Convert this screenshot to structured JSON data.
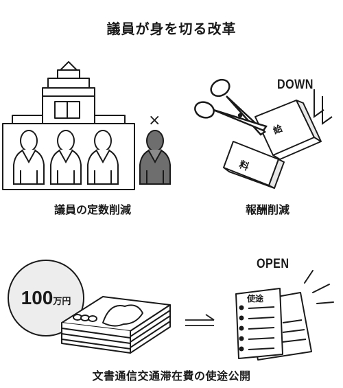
{
  "title": "議員が身を切る改革",
  "panels": {
    "reduce_members": {
      "caption": "議員の定数削減",
      "cross_mark": "×"
    },
    "pay_cut": {
      "caption": "報酬削減",
      "direction_label": "DOWN",
      "box_top_char": "給",
      "box_bottom_char": "料"
    },
    "disclosure": {
      "caption": "文書通信交通滞在費の使途公開",
      "coin_amount": "100",
      "coin_unit": "万円",
      "open_label": "OPEN",
      "document_title": "使途"
    }
  },
  "colors": {
    "ink": "#1a1a1a",
    "removed_person_fill": "#6e6e6e",
    "coin_fill": "#ededed",
    "background": "#ffffff"
  },
  "icons": [
    "building-icon",
    "person-icon",
    "scissors-icon",
    "salary-box-icon",
    "money-stack-icon",
    "coin-icon",
    "document-icon",
    "arrow-right-icon",
    "down-arrows-icon",
    "open-rays-icon"
  ]
}
